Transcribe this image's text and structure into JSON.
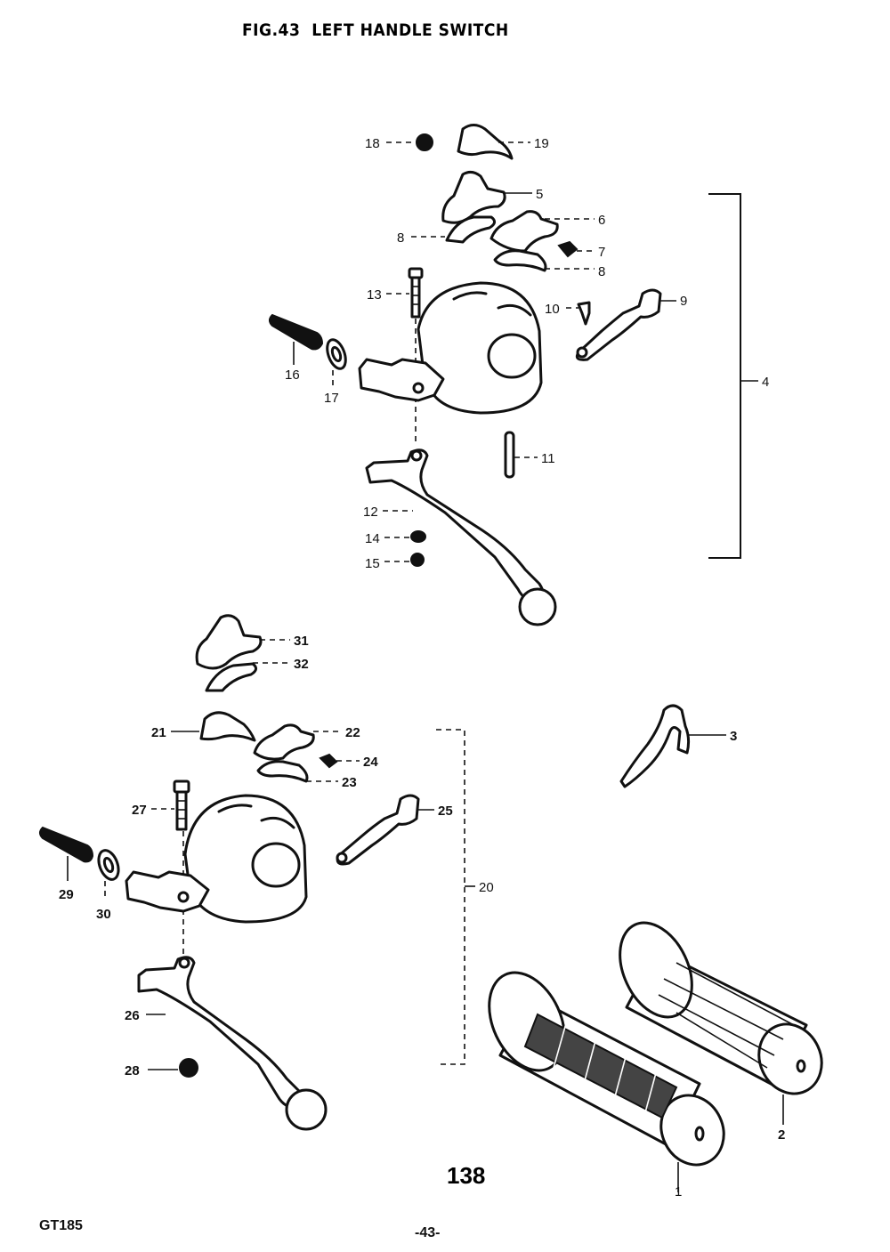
{
  "title": "FIG.43  LEFT HANDLE SWITCH",
  "page_number": "138",
  "model": "GT185",
  "page_footer": "-43-",
  "callouts": [
    {
      "num": "1"
    },
    {
      "num": "2"
    },
    {
      "num": "3"
    },
    {
      "num": "4"
    },
    {
      "num": "5"
    },
    {
      "num": "6"
    },
    {
      "num": "7"
    },
    {
      "num": "8"
    },
    {
      "num": "8"
    },
    {
      "num": "9"
    },
    {
      "num": "10"
    },
    {
      "num": "11"
    },
    {
      "num": "12"
    },
    {
      "num": "13"
    },
    {
      "num": "14"
    },
    {
      "num": "15"
    },
    {
      "num": "16"
    },
    {
      "num": "17"
    },
    {
      "num": "18"
    },
    {
      "num": "19"
    },
    {
      "num": "20"
    },
    {
      "num": "21"
    },
    {
      "num": "22"
    },
    {
      "num": "23"
    },
    {
      "num": "24"
    },
    {
      "num": "25"
    },
    {
      "num": "26"
    },
    {
      "num": "27"
    },
    {
      "num": "28"
    },
    {
      "num": "29"
    },
    {
      "num": "30"
    },
    {
      "num": "31"
    },
    {
      "num": "32"
    }
  ]
}
